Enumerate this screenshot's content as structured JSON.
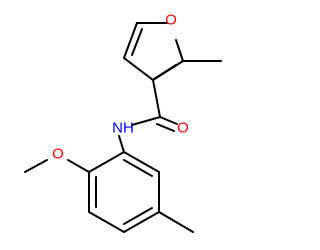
{
  "molecule": {
    "atoms": {
      "furan_oxygen": {
        "symbol": "O",
        "color": "#ff0000"
      },
      "carbonyl_oxygen": {
        "symbol": "O",
        "color": "#ff0000"
      },
      "methoxy_oxygen": {
        "symbol": "O",
        "color": "#ff0000"
      },
      "amide_nitrogen": {
        "symbol": "NH",
        "color": "#0000ff"
      }
    },
    "bond_color": "#000000",
    "background_color": "#ffffff"
  }
}
